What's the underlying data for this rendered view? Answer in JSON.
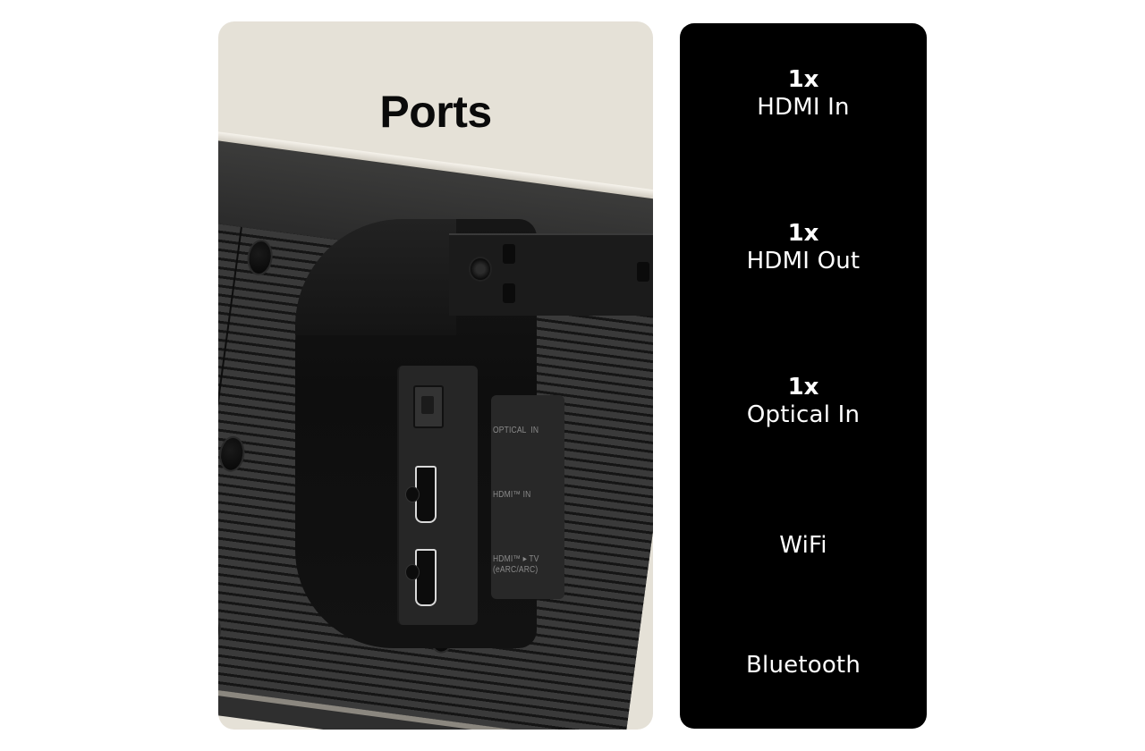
{
  "photo": {
    "title": "Ports",
    "background_color": "#e5e1d7",
    "panel_labels": {
      "optical": "OPTICAL  IN",
      "hdmi_in": "HDMI™ IN",
      "hdmi_tv_line1": "HDMI™ ▸ TV",
      "hdmi_tv_line2": "(eARC/ARC)"
    }
  },
  "specs": {
    "background_color": "#000000",
    "items": [
      {
        "count": "1x",
        "name": "HDMI In"
      },
      {
        "count": "1x",
        "name": "HDMI Out"
      },
      {
        "count": "1x",
        "name": "Optical In"
      },
      {
        "count": "",
        "name": "WiFi"
      },
      {
        "count": "",
        "name": "Bluetooth"
      }
    ]
  }
}
